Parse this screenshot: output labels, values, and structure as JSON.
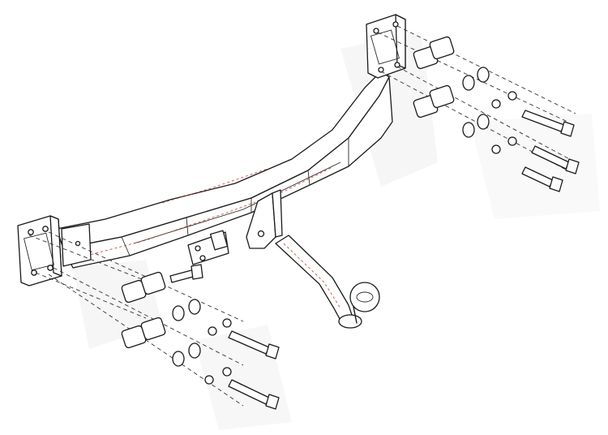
{
  "diagram": {
    "subject": "tow-bar-assembly-exploded-view",
    "accent_color": "#c0392b",
    "line_color": "#1a1a1a",
    "parts": {
      "crossbeam": "tow-bar-crossbeam",
      "left_bracket": "left-mounting-bracket",
      "right_bracket": "right-mounting-bracket",
      "tow_ball": "tow-ball-arm",
      "spacers": "spacer-sleeves",
      "washers": "washers",
      "nuts": "nuts",
      "bolts": "hex-bolts"
    }
  }
}
